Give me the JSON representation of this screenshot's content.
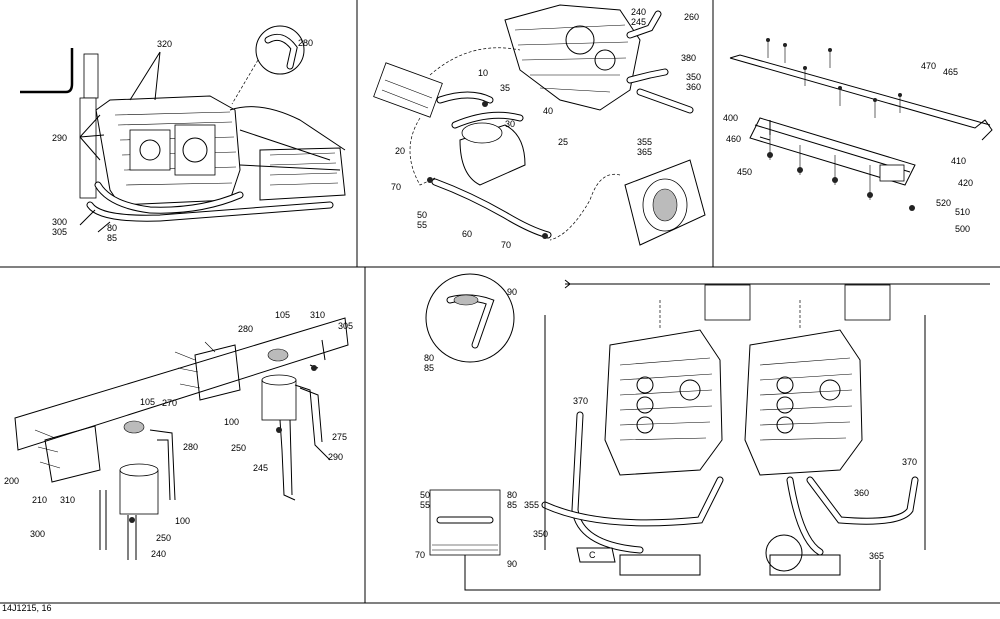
{
  "footer": {
    "code": "14J1215, 16"
  },
  "panel_a": {
    "callouts": [
      "320",
      "280",
      "290",
      "300",
      "305",
      "80",
      "85"
    ]
  },
  "panel_b": {
    "callouts": [
      "240",
      "245",
      "260",
      "380",
      "350",
      "360",
      "10",
      "35",
      "40",
      "30",
      "25",
      "20",
      "355",
      "365",
      "70",
      "50",
      "55",
      "60",
      "70"
    ]
  },
  "panel_c": {
    "callouts": [
      "470",
      "465",
      "400",
      "460",
      "450",
      "410",
      "420",
      "520",
      "510",
      "500"
    ]
  },
  "panel_d": {
    "callouts": [
      "105",
      "310",
      "305",
      "280",
      "270",
      "100",
      "280",
      "275",
      "250",
      "245",
      "290",
      "105",
      "200",
      "210",
      "310",
      "300",
      "100",
      "250",
      "240"
    ]
  },
  "panel_e": {
    "callouts": [
      "90",
      "80",
      "85",
      "370",
      "370",
      "50",
      "55",
      "80",
      "85",
      "355",
      "350",
      "70",
      "90",
      "360",
      "365"
    ],
    "section_letter": "C"
  }
}
